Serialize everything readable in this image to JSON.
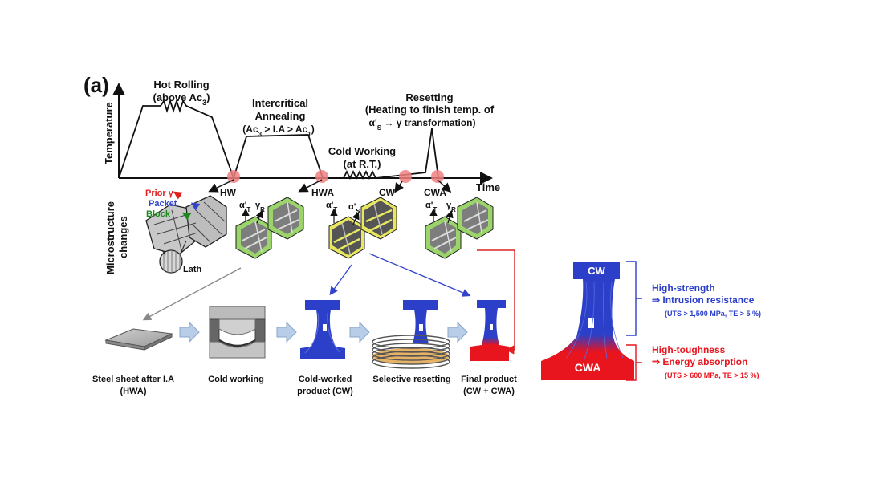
{
  "panel_label": "(a)",
  "axes": {
    "y_label": "Temperature",
    "x_label": "Time"
  },
  "process_steps": {
    "hot_rolling": {
      "line1": "Hot Rolling",
      "line2": "(above Ac",
      "sub": "3",
      "line2_end": ")"
    },
    "intercritical": {
      "line1": "Intercritical",
      "line2": "Annealing",
      "line3_a": "(Ac",
      "line3_s1": "3",
      "line3_b": " > I.A > Ac",
      "line3_s2": "1",
      "line3_c": ")"
    },
    "cold_working": {
      "line1": "Cold Working",
      "line2": "(at R.T.)"
    },
    "resetting": {
      "line1": "Resetting",
      "line2": "(Heating to finish temp. of",
      "line3_a": "α'",
      "line3_sub": "S",
      "line3_b": " → γ transformation)"
    }
  },
  "states": {
    "hw": "HW",
    "hwa": "HWA",
    "cw": "CW",
    "cwa": "CWA"
  },
  "microstructure": {
    "row_label_1": "Microstructure",
    "row_label_2": "changes",
    "prior_gamma": "Prior γ",
    "packet": "Packet",
    "block": "Block",
    "lath": "Lath",
    "alpha_t": "α'",
    "alpha_t_sub": "T",
    "gamma_r": "γ",
    "gamma_r_sub": "R",
    "alpha_s": "α'",
    "alpha_s_sub": "S"
  },
  "process_flow": {
    "steel_sheet_1": "Steel sheet after I.A",
    "steel_sheet_2": "(HWA)",
    "cold_working": "Cold working",
    "cold_worked_1": "Cold-worked",
    "cold_worked_2": "product (CW)",
    "selective_resetting": "Selective resetting",
    "final_1": "Final product",
    "final_2": "(CW + CWA)"
  },
  "pillar": {
    "top_label": "CW",
    "bottom_label": "CWA",
    "strength_title": "High-strength",
    "strength_effect": "⇒ Intrusion resistance",
    "strength_specs": "(UTS > 1,500 MPa, TE > 5 %)",
    "toughness_title": "High-toughness",
    "toughness_effect": "⇒ Energy absorption",
    "toughness_specs": "(UTS > 600 MPa, TE > 15 %)"
  },
  "colors": {
    "cw_blue": "#2b3fc9",
    "cwa_red": "#e8141e",
    "marker_pink": "#f08080",
    "arrow_blue": "#3344cc",
    "arrow_red": "#dd2222",
    "grain_green": "#9bd46a",
    "lath_yellow": "#e8e860"
  }
}
